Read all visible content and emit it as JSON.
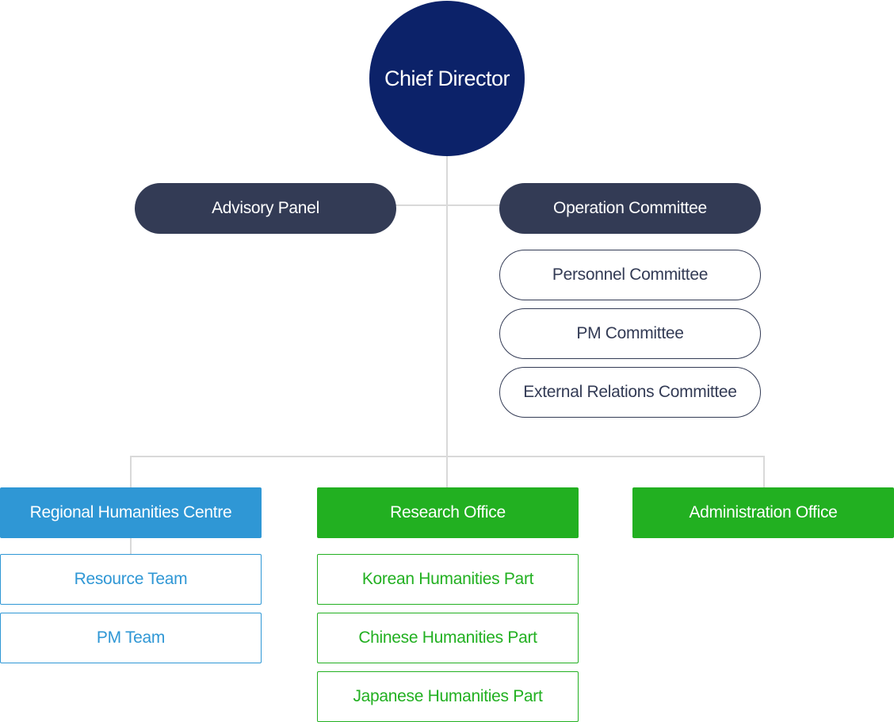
{
  "top": {
    "label": "Chief Director"
  },
  "side_units": {
    "advisory_panel": "Advisory Panel",
    "operation_committee": "Operation Committee"
  },
  "committees": [
    "Personnel Committee",
    "PM Committee",
    "External Relations Committee"
  ],
  "departments": {
    "regional": {
      "label": "Regional Humanities Centre",
      "teams": [
        "Resource Team",
        "PM Team"
      ]
    },
    "research": {
      "label": "Research Office",
      "parts": [
        "Korean Humanities Part",
        "Chinese Humanities Part",
        "Japanese Humanities Part"
      ]
    },
    "administration": {
      "label": "Administration Office"
    }
  },
  "colors": {
    "chief": "#0c2269",
    "dark_pill": "#333b55",
    "blue": "#2f97d5",
    "green": "#22b021",
    "connector": "#d9d9d9"
  }
}
